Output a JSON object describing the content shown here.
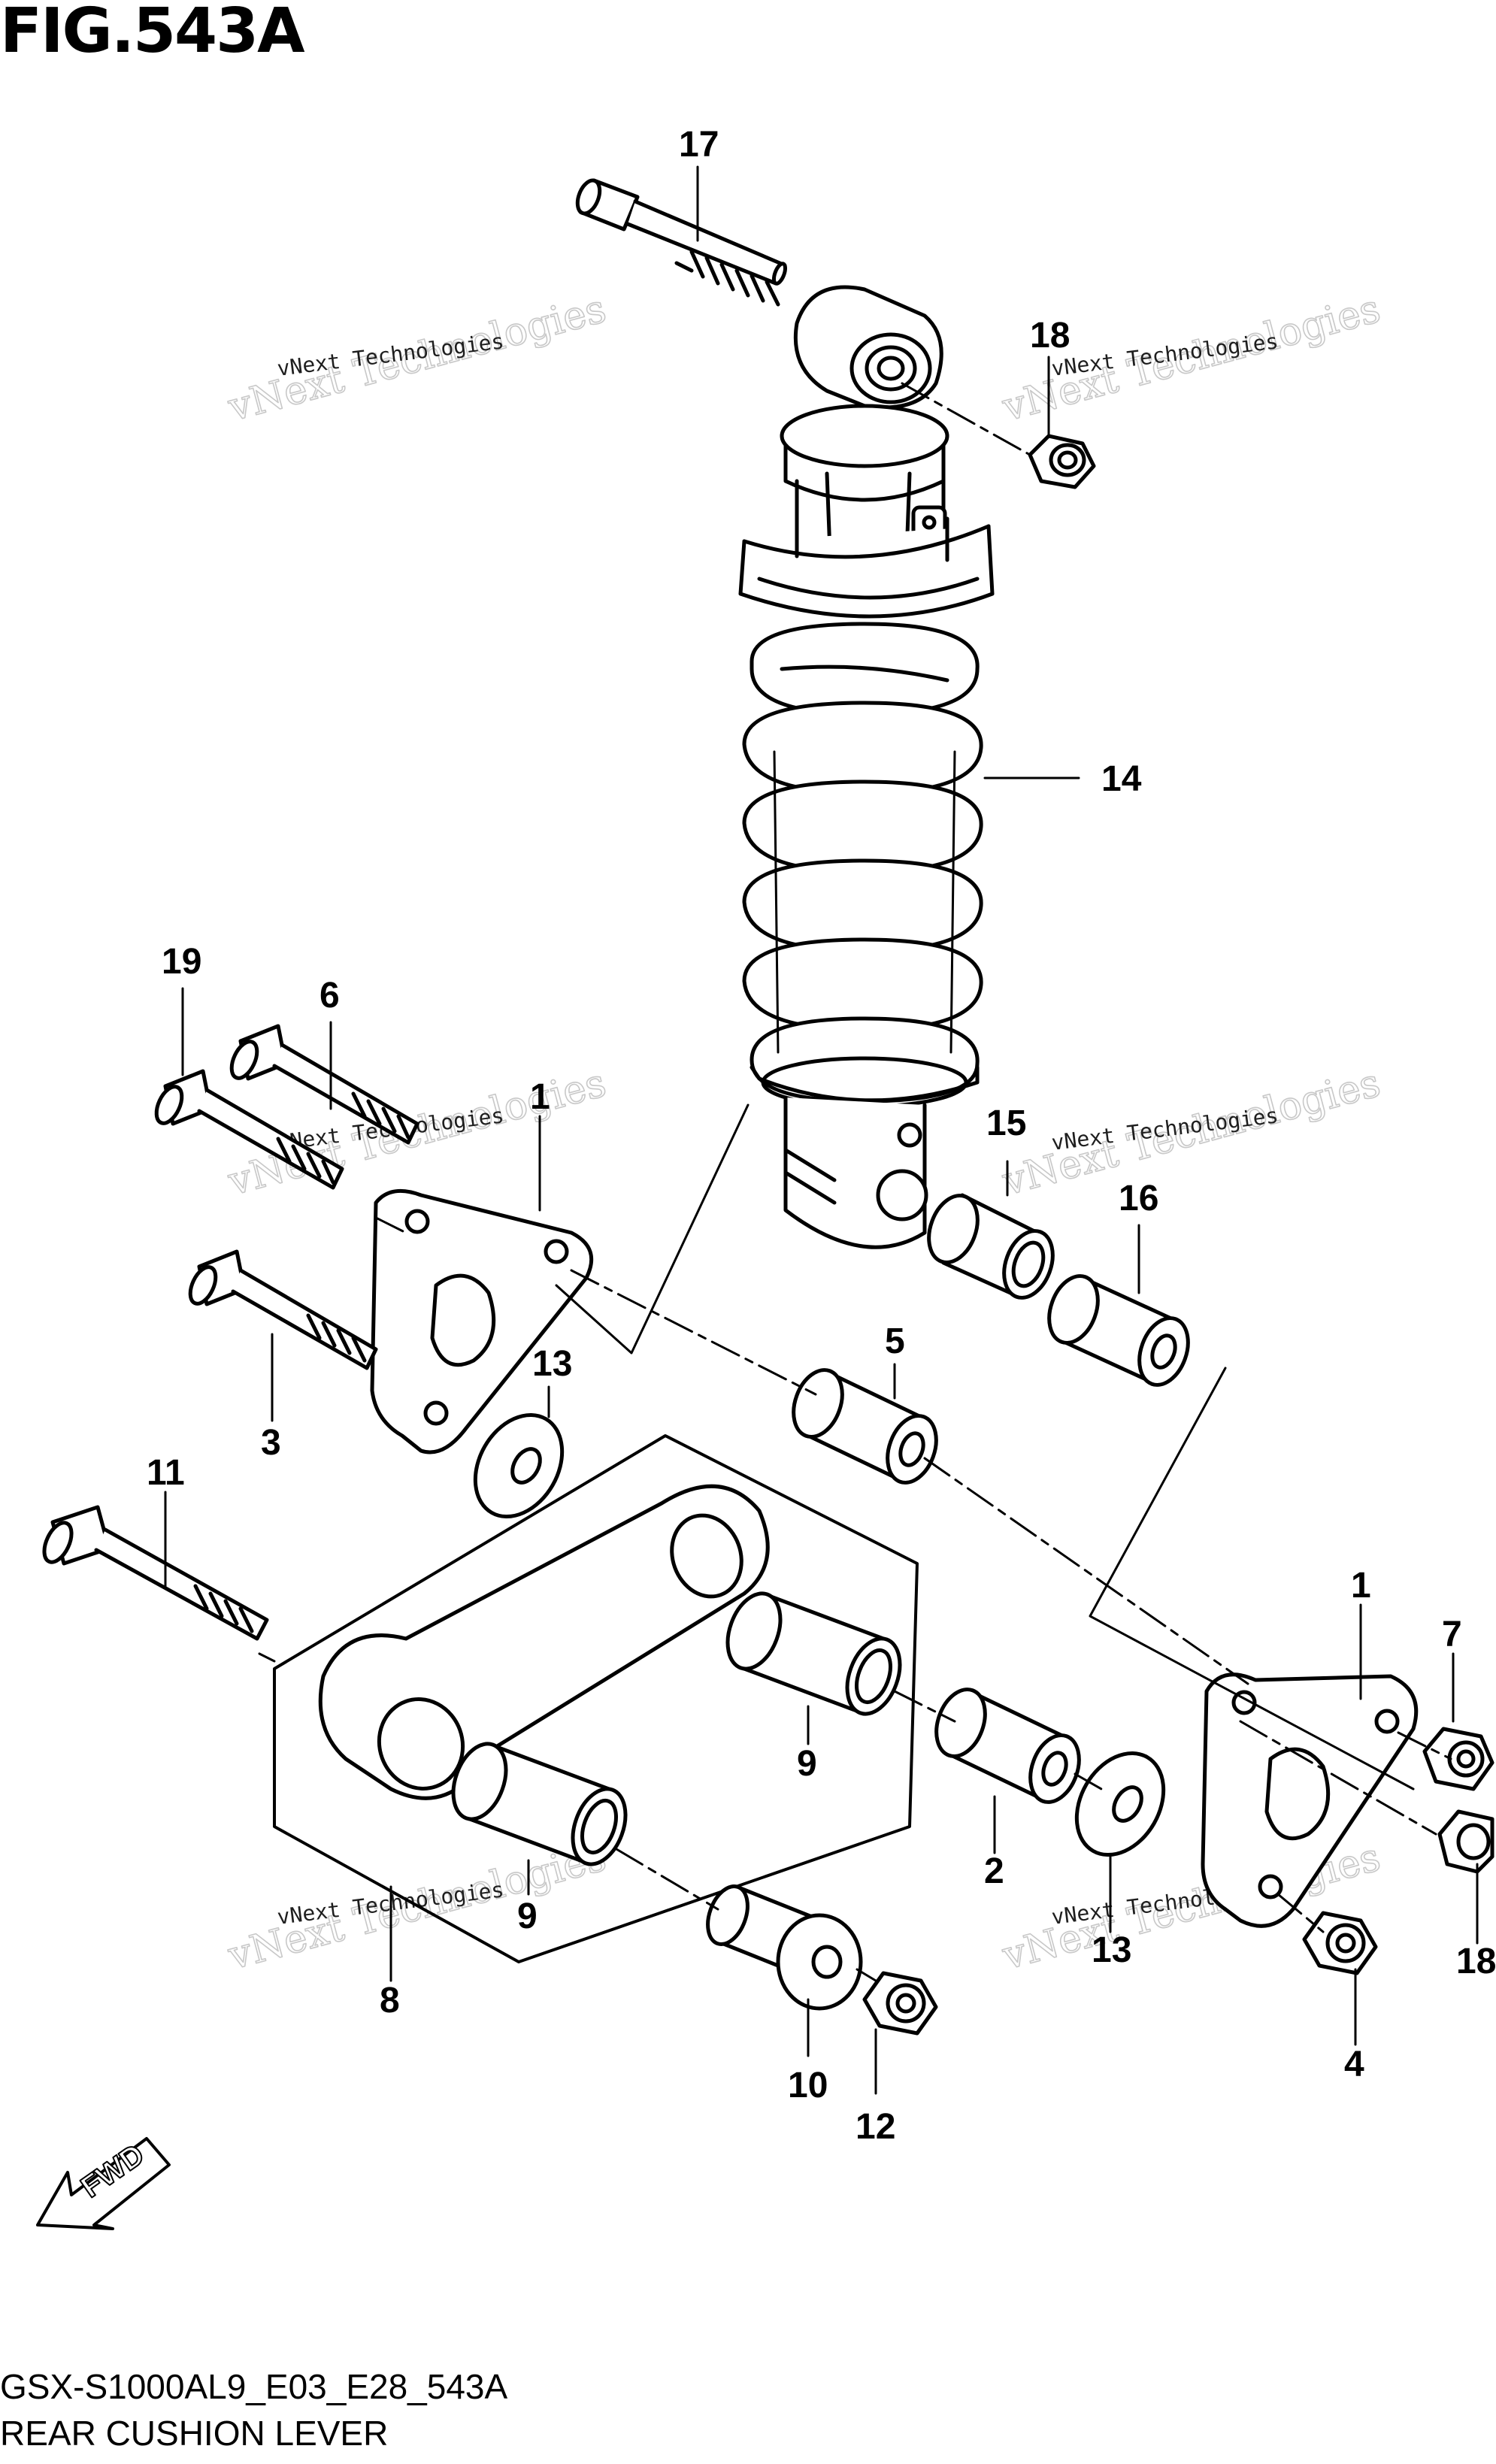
{
  "figure": {
    "title": "FIG.543A",
    "code": "GSX-S1000AL9_E03_E28_543A",
    "name": "REAR CUSHION LEVER"
  },
  "watermark": {
    "line1": "vNext Technologies",
    "line2": "vNext Technologies"
  },
  "fwd_label": "FWD",
  "callouts": {
    "c17": "17",
    "c18a": "18",
    "c14": "14",
    "c19": "19",
    "c6": "6",
    "c1a": "1",
    "c15": "15",
    "c16": "16",
    "c5": "5",
    "c13a": "13",
    "c3": "3",
    "c11": "11",
    "c1b": "1",
    "c7": "7",
    "c9a": "9",
    "c2": "2",
    "c13b": "13",
    "c18b": "18",
    "c9b": "9",
    "c8": "8",
    "c4": "4",
    "c10": "10",
    "c12": "12"
  }
}
